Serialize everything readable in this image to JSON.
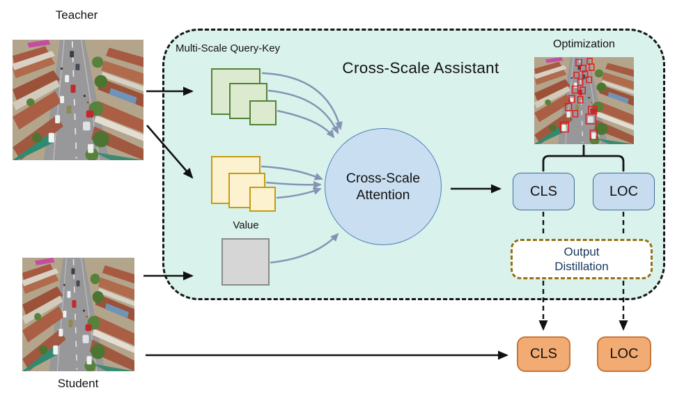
{
  "teacher": {
    "label": "Teacher"
  },
  "student": {
    "label": "Student"
  },
  "assistant": {
    "title": "Cross-Scale Assistant",
    "query_key_label": "Multi-Scale Query-Key",
    "value_label": "Value",
    "attention_label": "Cross-Scale Attention",
    "optimization_label": "Optimization",
    "heads": {
      "cls": "CLS",
      "loc": "LOC"
    },
    "output_distillation": {
      "line1": "Output",
      "line2": "Distillation"
    }
  },
  "student_heads": {
    "cls": "CLS",
    "loc": "LOC"
  },
  "colors": {
    "assistant_fill": "#daf2ec",
    "assistant_border": "#151515",
    "query_key_green_fill": "#dcead0",
    "query_key_green_border": "#538135",
    "query_key_yellow_fill": "#fdf2d0",
    "query_key_yellow_border": "#c59a10",
    "value_fill": "#d6d6d6",
    "value_border": "#898989",
    "attention_circle_fill": "#c9def1",
    "attention_circle_border": "#4a80b5",
    "head_blue_fill": "#c7dcee",
    "head_blue_border": "#3d6a96",
    "head_orange_fill": "#f2ab73",
    "head_orange_border": "#c4763a",
    "distillation_border": "#8f7215",
    "distillation_text": "#17365d",
    "curved_arrow": "#8494b4",
    "detection_box_red": "#e81313"
  }
}
